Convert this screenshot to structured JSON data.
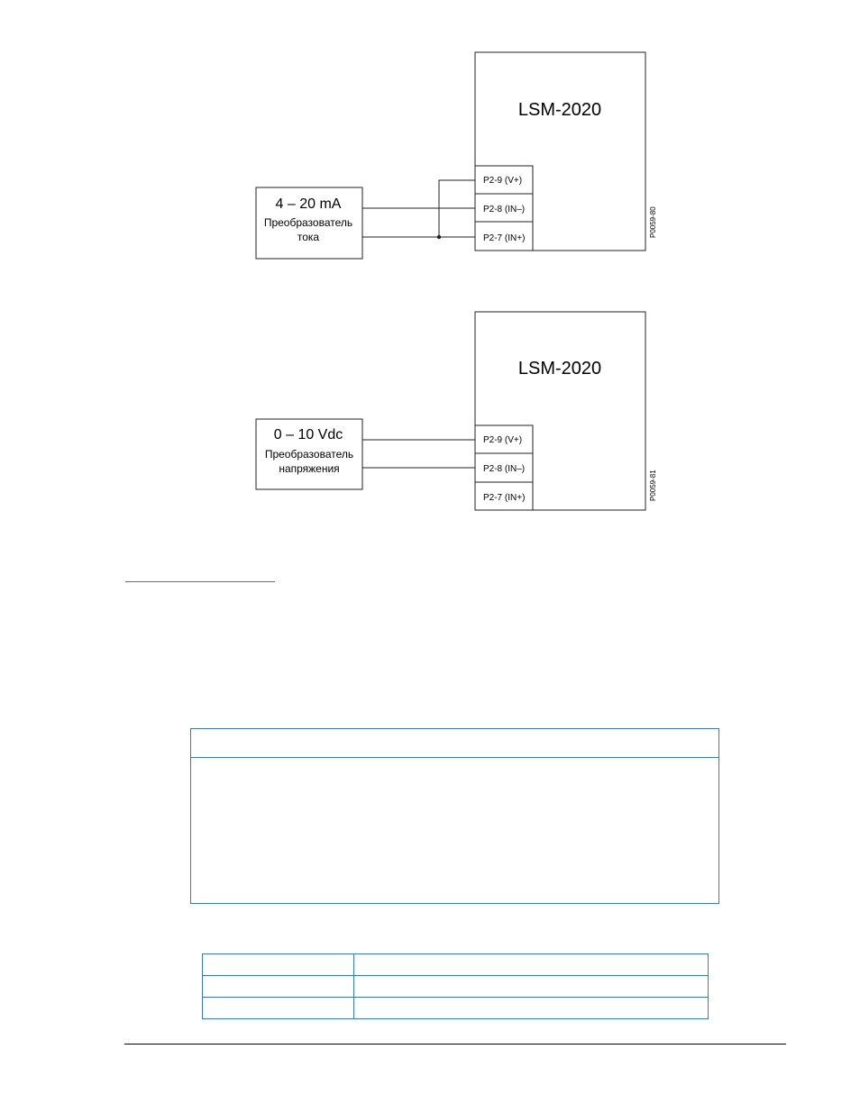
{
  "diagrams": [
    {
      "device_label": "LSM-2020",
      "source_title": "4 – 20 mA",
      "source_caption_line1": "Преобразователь",
      "source_caption_line2": "тока",
      "terminals": [
        "P2-9 (V+)",
        "P2-8 (IN–)",
        "P2-7 (IN+)"
      ],
      "figure_id": "P0059-80"
    },
    {
      "device_label": "LSM-2020",
      "source_title": "0 – 10 Vdc",
      "source_caption_line1": "Преобразователь",
      "source_caption_line2": "напряжения",
      "terminals": [
        "P2-9 (V+)",
        "P2-8 (IN–)",
        "P2-7 (IN+)"
      ],
      "figure_id": "P0059-81"
    }
  ],
  "colors": {
    "frame_blue": "#3a78b8",
    "line": "#222222"
  }
}
